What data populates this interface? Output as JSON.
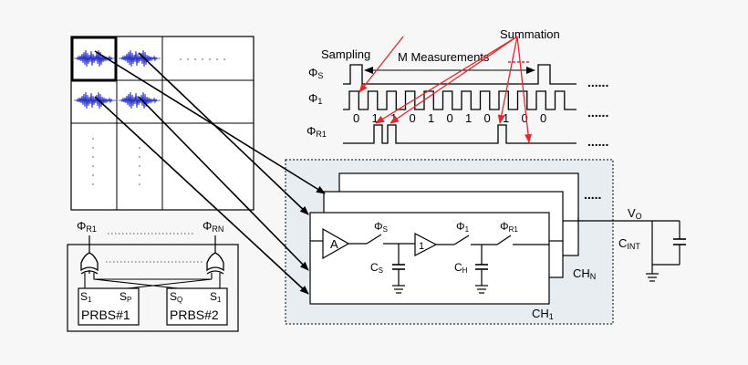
{
  "timing": {
    "sampling_label": "Sampling",
    "m_measurements_label": "M Measurements",
    "summation_label": "Summation",
    "phi_s": "Φ",
    "phi_s_sub": "S",
    "phi_1": "Φ",
    "phi_1_sub": "1",
    "phi_r1": "Φ",
    "phi_r1_sub": "R1",
    "bits": [
      "0",
      "1",
      "1",
      "0",
      "1",
      "0",
      "1",
      "0",
      "1",
      "0",
      "0"
    ],
    "ellipsis": "......"
  },
  "prbs": {
    "phi_r1": "Φ",
    "phi_r1_sub": "R1",
    "phi_rn": "Φ",
    "phi_rn_sub": "RN",
    "ports": [
      {
        "main": "S",
        "sub": "1"
      },
      {
        "main": "S",
        "sub": "P"
      },
      {
        "main": "S",
        "sub": "Q"
      },
      {
        "main": "S",
        "sub": "1"
      }
    ],
    "block1": "PRBS#1",
    "block2": "PRBS#2"
  },
  "circuit": {
    "amp_label": "A",
    "buffer_label": "1",
    "phi_s": "Φ",
    "phi_s_sub": "S",
    "phi_1": "Φ",
    "phi_1_sub": "1",
    "phi_r1": "Φ",
    "phi_r1_sub": "R1",
    "cs": "C",
    "cs_sub": "S",
    "ch": "C",
    "ch_sub": "H",
    "ch1": "CH",
    "ch1_sub": "1",
    "chn": "CH",
    "chn_sub": "N",
    "vo": "V",
    "vo_sub": "O",
    "cint": "C",
    "cint_sub": "INT",
    "ellipsis": "....."
  },
  "colors": {
    "red_arrow": "#e8252b",
    "wave_blue": "#2630c8",
    "box_fill": "#e8edf2"
  }
}
